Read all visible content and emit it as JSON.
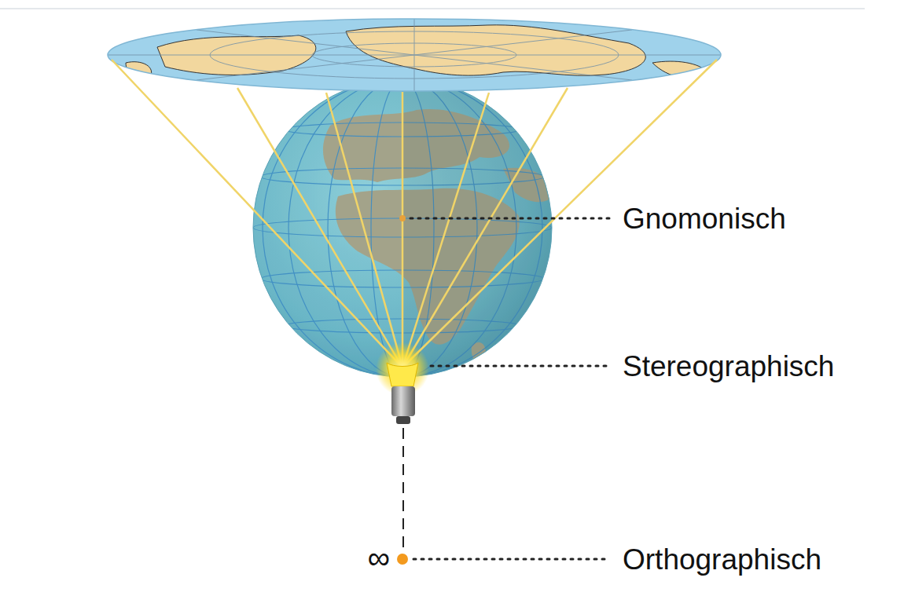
{
  "diagram": {
    "labels": [
      "Gnomonisch",
      "Stereographisch",
      "∞",
      "Orthographisch"
    ]
  }
}
